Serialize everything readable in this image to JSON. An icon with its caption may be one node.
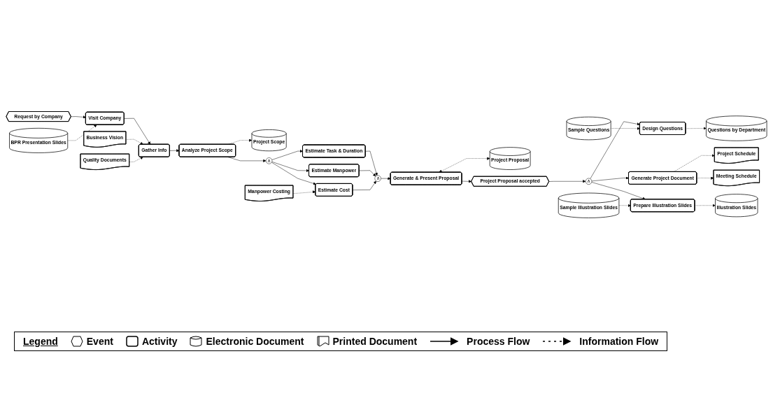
{
  "diagram": {
    "nodes": [
      {
        "text": [
          "Request by Company"
        ]
      },
      {
        "text": [
          "BPR Presentation Slides"
        ]
      },
      {
        "text": [
          "Visit Company"
        ]
      },
      {
        "text": [
          "Business Vision"
        ]
      },
      {
        "text": [
          "Quality Documents"
        ]
      },
      {
        "text": [
          "Gather Info"
        ]
      },
      {
        "text": [
          "Project Scope"
        ]
      },
      {
        "text": [
          "Analyze Project Scope"
        ]
      },
      {
        "text": [
          "∧"
        ]
      },
      {
        "text": [
          "Estimate Task & Duration"
        ]
      },
      {
        "text": [
          "Estimate Manpower"
        ]
      },
      {
        "text": [
          "Estimate Cost"
        ]
      },
      {
        "text": [
          "Manpower Costing"
        ]
      },
      {
        "text": [
          "∧"
        ]
      },
      {
        "text": [
          "Project Proposal"
        ]
      },
      {
        "text": [
          "Generate & Present Proposal"
        ]
      },
      {
        "text": [
          "Project Proposal accepted"
        ]
      },
      {
        "text": [
          "∧"
        ]
      },
      {
        "text": [
          "Sample Questions"
        ]
      },
      {
        "text": [
          "Design Questions"
        ]
      },
      {
        "text": [
          "Questions by Department"
        ]
      },
      {
        "text": [
          "Generate Project Document"
        ]
      },
      {
        "text": [
          "Project Schedule"
        ]
      },
      {
        "text": [
          "Meeting Schedule"
        ]
      },
      {
        "text": [
          "Sample Illustration Slides"
        ]
      },
      {
        "text": [
          "Prepare Illustration Slides"
        ]
      },
      {
        "text": [
          "Illustration Slides"
        ]
      }
    ],
    "edges": [
      {
        "from": 0,
        "to": 2,
        "arrow": "to"
      },
      {
        "from": 1,
        "to": 2,
        "arrow": "to",
        "style": "dashed"
      },
      {
        "from": 2,
        "to": 5,
        "arrow": "to"
      },
      {
        "from": 3,
        "to": 5,
        "arrow": "to",
        "style": "dashed"
      },
      {
        "from": 4,
        "to": 5,
        "arrow": "to",
        "style": "dashed"
      },
      {
        "from": 5,
        "to": 7,
        "arrow": "to"
      },
      {
        "from": 7,
        "to": 6,
        "arrow": "to",
        "style": "dashed"
      },
      {
        "from": 7,
        "to": 8,
        "arrow": "to"
      },
      {
        "from": 8,
        "to": 9,
        "arrow": "to"
      },
      {
        "from": 8,
        "to": 10,
        "arrow": "to"
      },
      {
        "from": 8,
        "to": 11,
        "arrow": "to"
      },
      {
        "from": 12,
        "to": 11,
        "arrow": "to",
        "style": "dashed"
      },
      {
        "from": 9,
        "to": 13,
        "arrow": "to"
      },
      {
        "from": 10,
        "to": 13,
        "arrow": "to"
      },
      {
        "from": 11,
        "to": 13,
        "arrow": "to"
      },
      {
        "from": 13,
        "to": 15,
        "arrow": "to"
      },
      {
        "from": 15,
        "to": 14,
        "arrow": "both",
        "style": "dashed"
      },
      {
        "from": 15,
        "to": 16,
        "arrow": "to"
      },
      {
        "from": 16,
        "to": 17,
        "arrow": "to"
      },
      {
        "from": 17,
        "to": 19,
        "arrow": "to"
      },
      {
        "from": 17,
        "to": 21,
        "arrow": "to"
      },
      {
        "from": 17,
        "to": 25,
        "arrow": "to"
      },
      {
        "from": 18,
        "to": 19,
        "arrow": "to",
        "style": "dashed"
      },
      {
        "from": 19,
        "to": 20,
        "arrow": "to",
        "style": "dashed"
      },
      {
        "from": 21,
        "to": 22,
        "arrow": "to",
        "style": "dashed"
      },
      {
        "from": 21,
        "to": 23,
        "arrow": "to",
        "style": "dashed"
      },
      {
        "from": 24,
        "to": 25,
        "arrow": "to",
        "style": "dashed"
      },
      {
        "from": 25,
        "to": 26,
        "arrow": "to",
        "style": "dashed"
      }
    ],
    "labels": [
      "Legend"
    ],
    "legend": [
      {
        "text": "Event"
      },
      {
        "text": "Activity"
      },
      {
        "text": "Electronic Document"
      },
      {
        "text": "Printed Document"
      },
      {
        "text": "Process Flow"
      },
      {
        "text": "Information Flow"
      }
    ]
  }
}
